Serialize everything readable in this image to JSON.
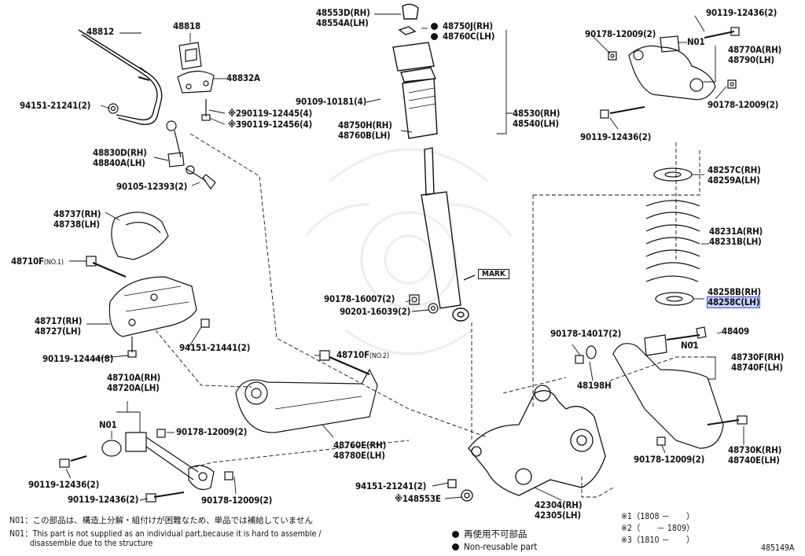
{
  "labels": {
    "p48812": "48812",
    "p48818": "48818",
    "p48832a": "48832A",
    "p94151_a": "94151-21241(2)",
    "p90119_12445": "※290119-12445(4)",
    "p90119_12456": "※390119-12456(4)",
    "p48830d": "48830D(RH)",
    "p48840a": "48840A(LH)",
    "p90105": "90105-12393(2)",
    "p48553d": "48553D(RH)",
    "p48554a": "48554A(LH)",
    "p48750j": "48750J(RH)",
    "p48760c": "48760C(LH)",
    "p90109": "90109-10181(4)",
    "p48530": "48530(RH)",
    "p48540": "48540(LH)",
    "p48750h": "48750H(RH)",
    "p48760b": "48760B(LH)",
    "p90119_top": "90119-12436(2)",
    "p90178_a": "90178-12009(2)",
    "p48770a": "48770A(RH)",
    "p48790": "48790(LH)",
    "p90178_b": "90178-12009(2)",
    "p90119_b": "90119-12436(2)",
    "p48257c": "48257C(RH)",
    "p48259a": "48259A(LH)",
    "p48737": "48737(RH)",
    "p48738": "48738(LH)",
    "p48710f_1": "48710F",
    "p48710f_1s": "(NO.1)",
    "p48231a": "48231A(RH)",
    "p48231b": "48231B(LH)",
    "p48258b": "48258B(RH)",
    "p48258c": "48258C(LH)",
    "p90178_16007": "90178-16007(2)",
    "p90201": "90201-16039(2)",
    "p48717": "48717(RH)",
    "p48727": "48727(LH)",
    "p94151_b": "94151-21441(2)",
    "p90119_12444": "90119-12444(8)",
    "p48710f_2": "48710F",
    "p48710f_2s": "(NO.2)",
    "p90178_14017": "90178-14017(2)",
    "p48409": "48409",
    "n01_a": "N01",
    "n01_b": "N01",
    "n01_c": "N01",
    "p48730f": "48730F(RH)",
    "p48740f": "48740F(LH)",
    "p48198h": "48198H",
    "p48710a": "48710A(RH)",
    "p48720a": "48720A(LH)",
    "p90178_c": "90178-12009(2)",
    "p48760e": "48760E(RH)",
    "p48780e": "48780E(LH)",
    "p90119_c": "90119-12436(2)",
    "p90119_d": "90119-12436(2)",
    "p90178_d": "90178-12009(2)",
    "p94151_c": "94151-21241(2)",
    "p148553e": "※148553E",
    "p42304": "42304(RH)",
    "p42305": "42305(LH)",
    "p48730k": "48730K(RH)",
    "p48740e": "48740E(LH)",
    "p90178_e": "90178-12009(2)",
    "mark": "MARK"
  },
  "notes": {
    "n01_jp": "N01：この部品は、構造上分解・組付けが困難なため、単品では補給していません",
    "n01_en_1": "N01：This part is not supplied as an individual part,because it is hard to assemble /",
    "n01_en_2": "disassemble due to the structure"
  },
  "legend": {
    "jp": "再使用不可部品",
    "en": "Non-reusable part"
  },
  "footnotes": {
    "f1": "※1（1808 －　　）",
    "f2": "※2（　　－ 1809）",
    "f3": "※3（1810 －　　）"
  },
  "diagram_id": "485149A",
  "colors": {
    "highlight": "#c7d3ff",
    "highlight_border": "#3a4fd0"
  }
}
